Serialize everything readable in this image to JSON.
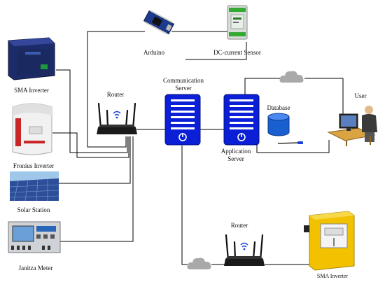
{
  "nodes": {
    "arduino": {
      "label": "Arduino"
    },
    "dc_sensor": {
      "label": "DC-current Sensor"
    },
    "sma_inverter": {
      "label": "SMA Inverter"
    },
    "fronius_inverter": {
      "label": "Fronius Inverter"
    },
    "solar_station": {
      "label": "Solar Station"
    },
    "janitza_meter": {
      "label": "Janitza Meter"
    },
    "router_main": {
      "label": "Router"
    },
    "comm_server": {
      "label_line1": "Communication",
      "label_line2": "Server"
    },
    "app_server": {
      "label_line1": "Application",
      "label_line2": "Server"
    },
    "database": {
      "label": "Database"
    },
    "user": {
      "label": "User"
    },
    "router_remote": {
      "label": "Router"
    },
    "sma_inverter_remote": {
      "label": "SMA Inverter"
    }
  },
  "colors": {
    "server_blue": "#0b20d6",
    "database_blue": "#1a5fd0",
    "wire": "#000000",
    "cloud": "#a9a9a9",
    "wifi": "#1a3fd6",
    "inverter_yellow": "#f2c200"
  },
  "icons": [
    "arduino-board",
    "din-rail-sensor",
    "inverter",
    "router",
    "server",
    "database-cylinder",
    "cloud",
    "workstation-user",
    "solar-panel",
    "power-meter"
  ]
}
